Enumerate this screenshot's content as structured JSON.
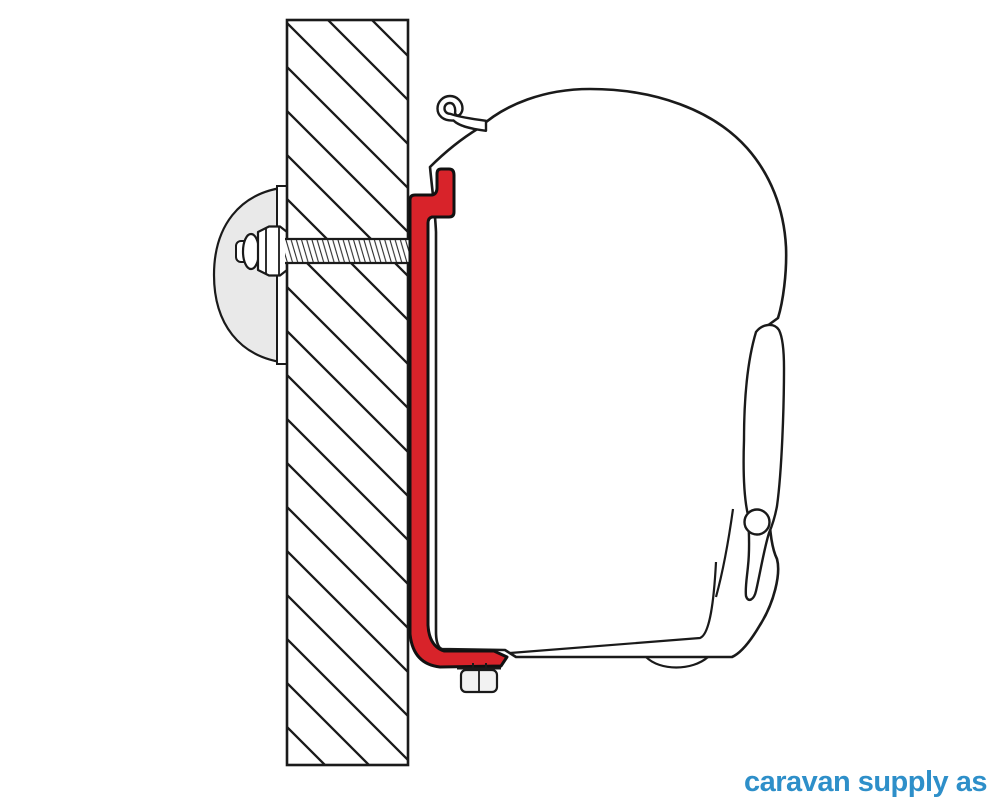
{
  "brand": {
    "name": "caravan supply as",
    "color": "#2e8fc9"
  },
  "colors": {
    "background": "#ffffff",
    "outline": "#1a1a1a",
    "bracket_red": "#d8232a",
    "backing_plate_gray": "#e9e9e9",
    "hardware_light": "#f2f2f2",
    "white": "#ffffff"
  },
  "parts": {
    "wall": "wall-cross-section",
    "backing_plate": "interior-backing-plate",
    "mounting_plate": "wall-mounting-plate",
    "bolt": "through-bolt-with-hex-head",
    "threaded_rod": "threaded-rod",
    "bracket": "red-adapter-bracket",
    "bracket_nut": "bracket-clamp-nut",
    "awning_case": "awning-case-profile",
    "case_hook": "rain-guard-hook",
    "lead_rail": "front-lead-rail",
    "lead_rail_channel": "lead-rail-channel-hole",
    "roller": "roller-tube-arc"
  }
}
